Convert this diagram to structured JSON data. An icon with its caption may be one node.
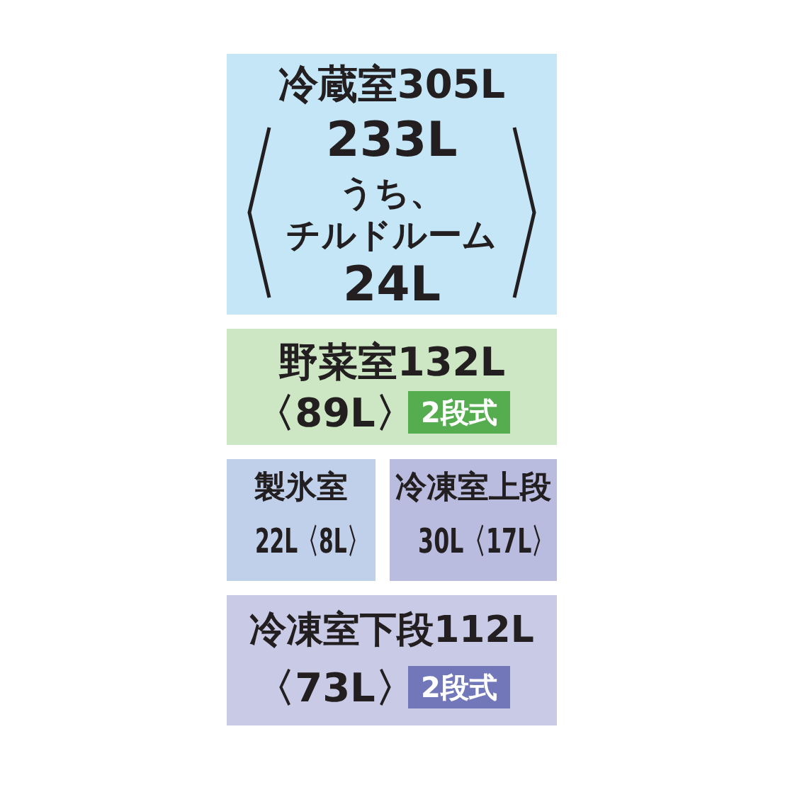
{
  "diagram": {
    "nodes": [
      {
        "text": [
          "冷蔵室305L",
          "233L",
          "うち、",
          "チルドルーム",
          "24L"
        ]
      },
      {
        "text": [
          "野菜室132L",
          "〈89L〉"
        ]
      },
      {
        "text": [
          "2段式"
        ],
        "in": 1
      },
      {
        "text": [
          "製氷室",
          "22L〈8L〉"
        ]
      },
      {
        "text": [
          "冷凍室上段",
          "30L〈17L〉"
        ]
      },
      {
        "text": [
          "冷凍室下段112L",
          "〈73L〉"
        ]
      },
      {
        "text": [
          "2段式"
        ],
        "in": 5
      }
    ]
  }
}
